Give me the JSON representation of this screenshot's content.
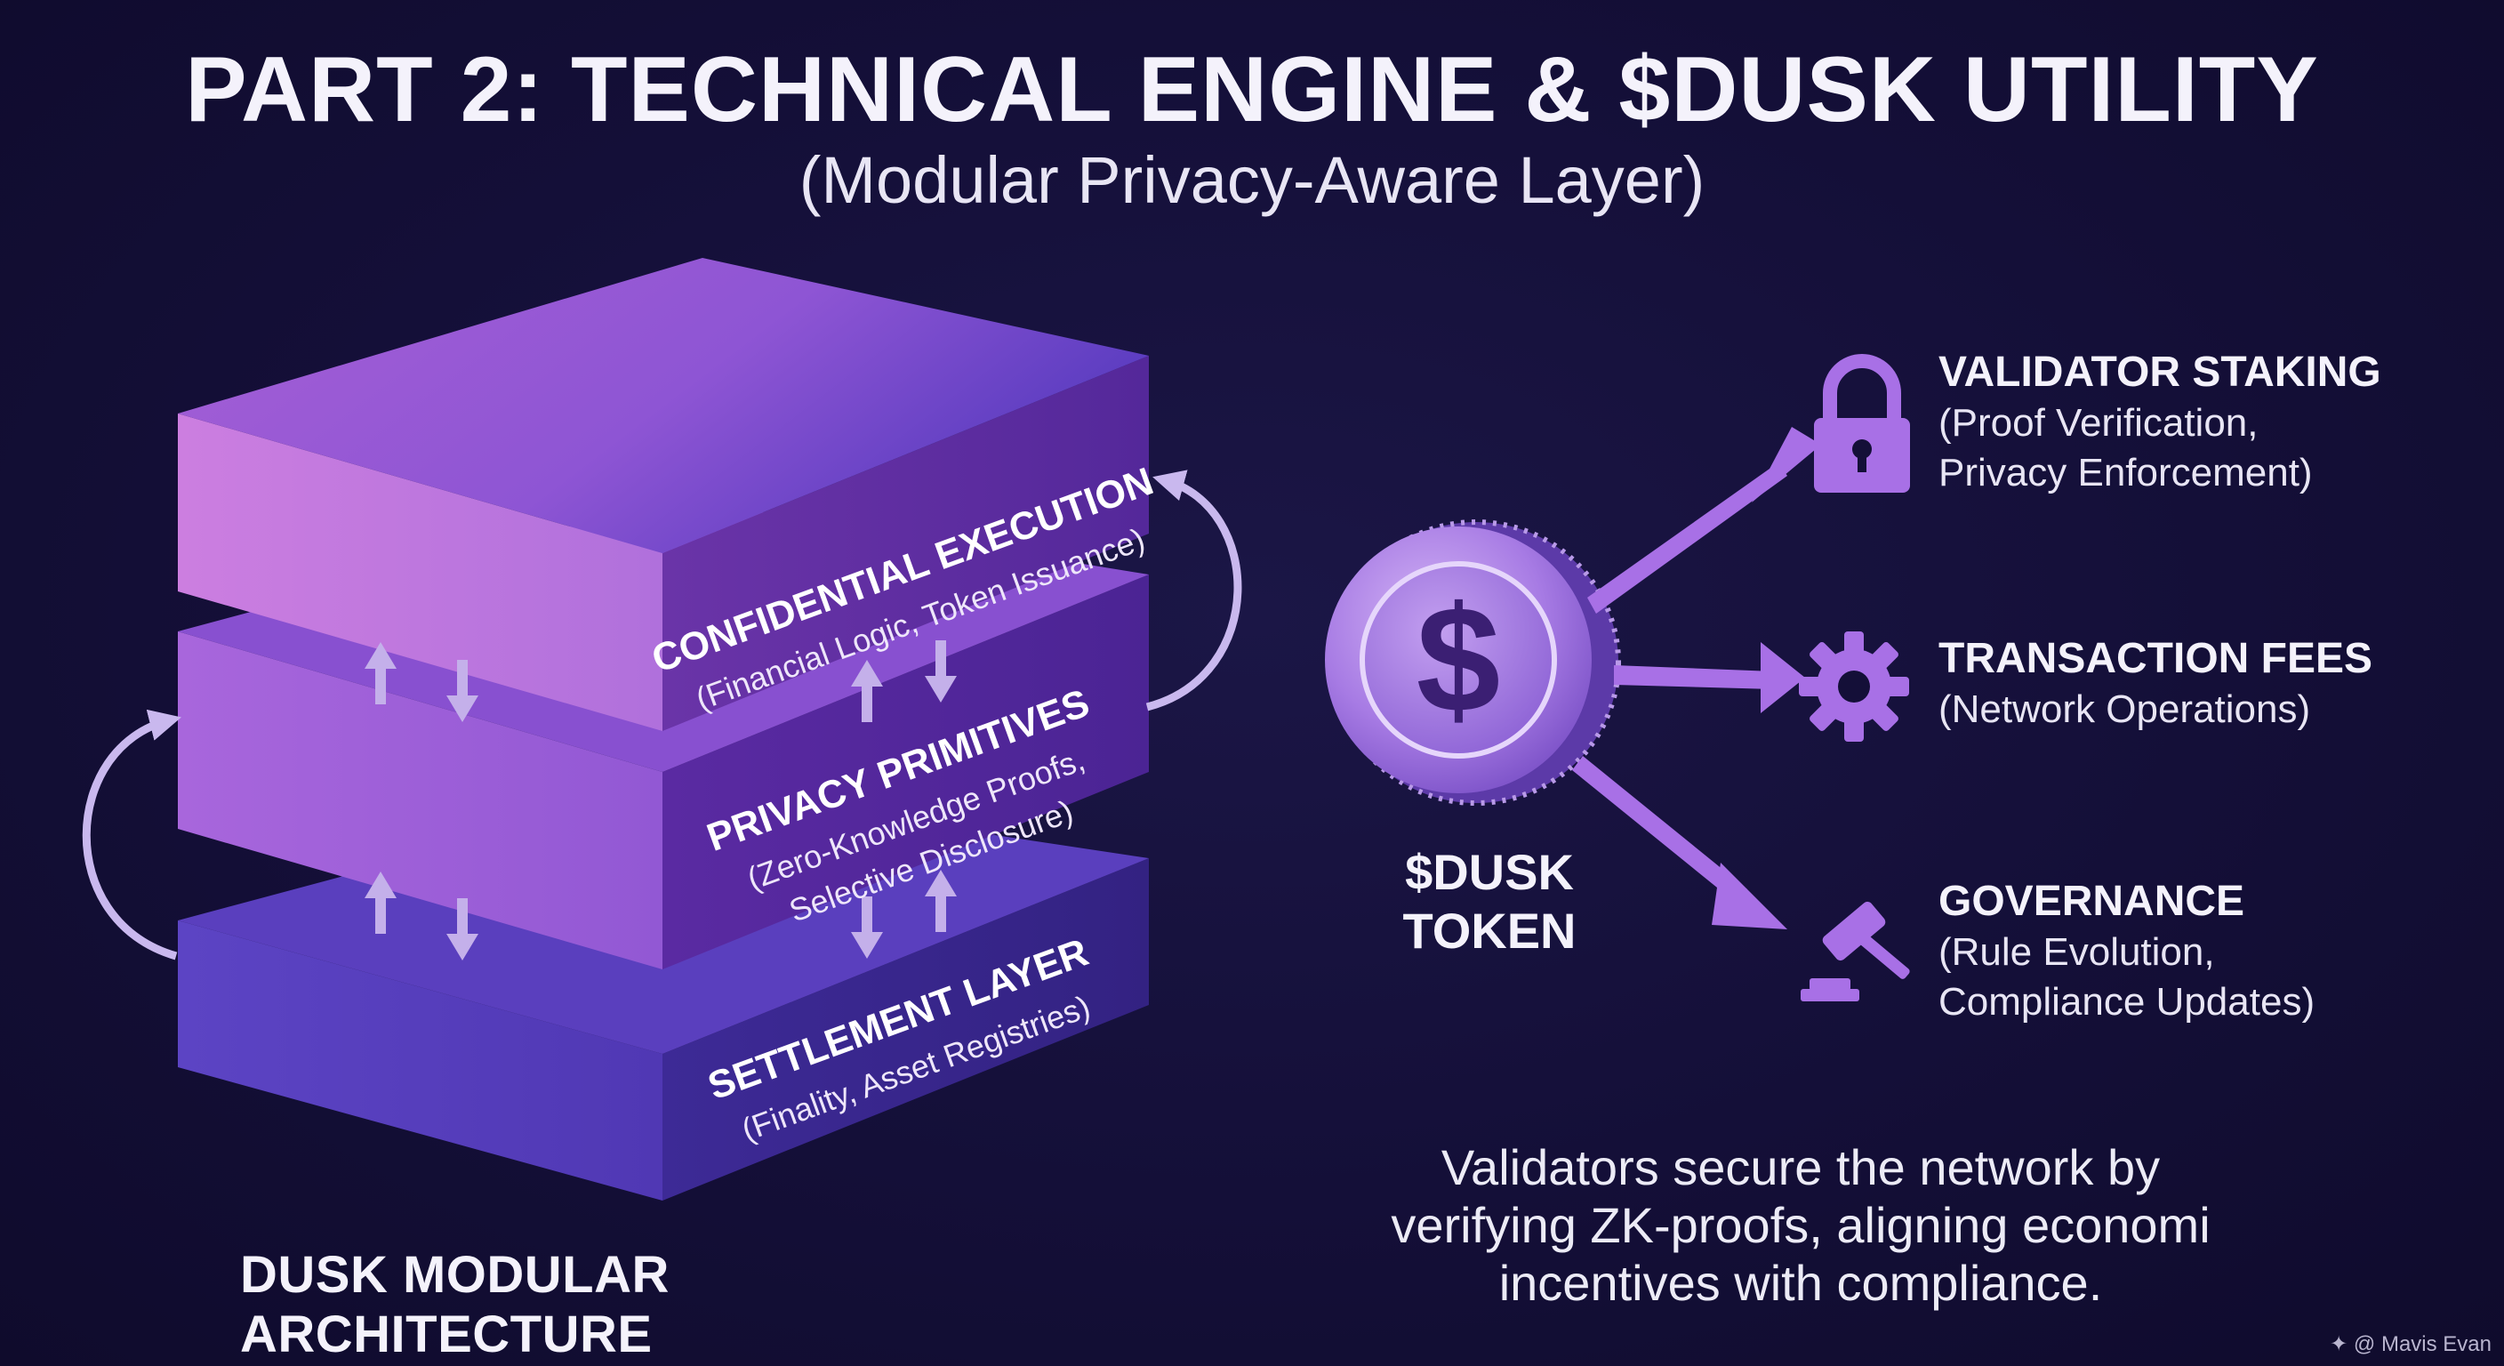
{
  "title": "PART 2: TECHNICAL ENGINE & $DUSK UTILITY",
  "subtitle": "(Modular Privacy-Aware Layer)",
  "layers": [
    {
      "title": "CONFIDENTIAL EXECUTION",
      "subtitle": "(Financial Logic, Token Issuance)"
    },
    {
      "title": "PRIVACY PRIMITIVES",
      "subtitle_line1": "(Zero-Knowledge Proofs,",
      "subtitle_line2": "Selective Disclosure)"
    },
    {
      "title": "SETTLEMENT LAYER",
      "subtitle": "(Finality, Asset Registries)"
    }
  ],
  "architecture_caption": "DUSK MODULAR ARCHITECTURE",
  "token": {
    "symbol": "$",
    "label_line1": "$DUSK",
    "label_line2": "TOKEN"
  },
  "utilities": [
    {
      "icon": "lock-icon",
      "title": "VALIDATOR STAKING",
      "desc_line1": "(Proof Verification,",
      "desc_line2": "Privacy Enforcement)"
    },
    {
      "icon": "gear-icon",
      "title": "TRANSACTION FEES",
      "desc_line1": "(Network Operations)"
    },
    {
      "icon": "gavel-icon",
      "title": "GOVERNANCE",
      "desc_line1": "(Rule Evolution,",
      "desc_line2": "Compliance Updates)"
    }
  ],
  "bottom_note": {
    "line1": "Validators secure the network by",
    "line2": "verifying ZK-proofs, aligning economi",
    "line3": "incentives with compliance."
  },
  "watermark": "@ Mavis Evan",
  "colors": {
    "background": "#140f38",
    "layer_top": "#9b62da",
    "layer_middle": "#7a48c8",
    "layer_bottom": "#4a38b0",
    "accent": "#a870e6",
    "arrow": "#c9b8ee"
  }
}
